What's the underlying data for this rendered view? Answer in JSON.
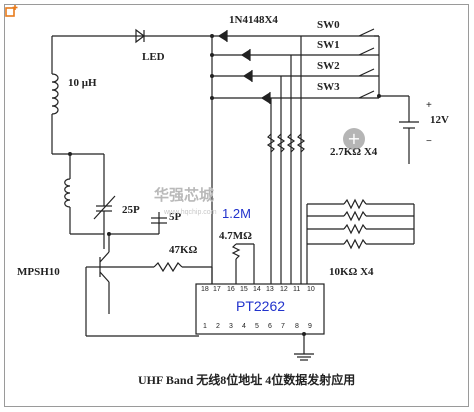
{
  "labels": {
    "led": "LED",
    "diodes": "1N4148X4",
    "sw0": "SW0",
    "sw1": "SW1",
    "sw2": "SW2",
    "sw3": "SW3",
    "plus_sign": "+",
    "voltage": "12V",
    "minus_sign": "−",
    "resistor_array_2_7k": "2.7KΩ X4",
    "resistor_array_10k": "10KΩ X4",
    "inductor": "10 μH",
    "cap_25p": "25P",
    "cap_5p": "5P",
    "transistor": "MPSH10",
    "res_47k": "47KΩ",
    "res_4_7m": "4.7MΩ",
    "res_1_2m": "1.2M",
    "chip": "PT2262",
    "pins_top": [
      "18",
      "17",
      "16",
      "15",
      "14",
      "13",
      "12",
      "11",
      "10"
    ],
    "pins_bottom": [
      "1",
      "2",
      "3",
      "4",
      "5",
      "6",
      "7",
      "8",
      "9"
    ]
  },
  "caption": "UHF Band 无线8位地址 4位数据发射应用",
  "watermark": {
    "main": "华强芯城",
    "sub": "www.hqchip.com"
  },
  "icons": {
    "corner": "crop-icon",
    "zoom": "zoom-in-icon"
  },
  "colors": {
    "annotation_blue": "#2233cc",
    "line": "#222222",
    "frame": "#9a9a9a",
    "icon_orange": "#e87b1c"
  }
}
